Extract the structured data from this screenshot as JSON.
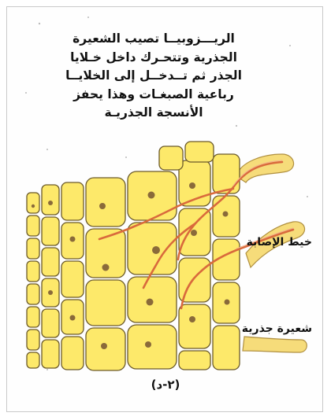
{
  "caption": {
    "lines": [
      "الريـــزوبيــا تصيب الشعيرة",
      "الجذرية وتتحـرك داخل خـلايا",
      "الجذر ثم تــدخــل إلى الخلايــا",
      "رباعية الصبغـات وهذا  يحفز",
      "الأنسجة الجذريـة"
    ]
  },
  "labels": {
    "infection_thread": "خيط الإصابة",
    "root_hair": "شعيرة جذرية"
  },
  "figure_number": "(٢-د)",
  "colors": {
    "cell_fill": "#fde96a",
    "cell_stroke": "#6b5a2a",
    "hair_fill": "#f6dc7a",
    "thread": "#d96a3c",
    "nucleus": "#8a6a3a"
  }
}
